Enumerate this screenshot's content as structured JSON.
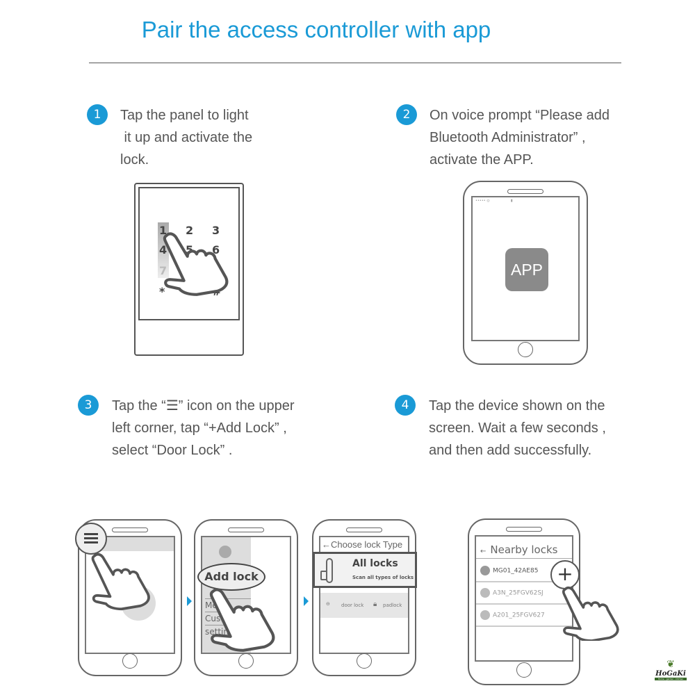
{
  "title": "Pair the access controller with app",
  "steps": [
    {
      "number": "1",
      "text": "Tap the panel to light\n it up and activate the\nlock."
    },
    {
      "number": "2",
      "text": "On voice prompt “Please add\nBluetooth Administrator” ,\nactivate the APP."
    },
    {
      "number": "3",
      "text": "Tap the “☰” icon on the upper\nleft corner, tap “+Add Lock” ,\nselect “Door Lock” ."
    },
    {
      "number": "4",
      "text": "Tap the device shown on the\nscreen. Wait a few seconds ,\nand then add successfully."
    }
  ],
  "keypad": {
    "keys": [
      "1",
      "2",
      "3",
      "4",
      "5",
      "6",
      "7",
      "*",
      "#"
    ]
  },
  "app_icon": "APP",
  "menu_screen": {
    "add_lock": "Add lock",
    "items": [
      "Me",
      "Custo",
      "setting"
    ]
  },
  "lock_type_screen": {
    "title": "←Choose lock Type",
    "all_locks": "All locks",
    "all_locks_sub": "Scan all types of locks",
    "door_lock": "door lock",
    "padlock": "padlock"
  },
  "nearby_screen": {
    "back": "←",
    "title": "Nearby locks",
    "devices": [
      "MG01_42AE85",
      "A3N_25FGV62SJ",
      "A201_25FGV627"
    ],
    "add": "+"
  },
  "logo": {
    "name": "HoGaKi",
    "tagline": "Home - garden - kitchen"
  },
  "colors": {
    "accent": "#1a9ad6"
  }
}
